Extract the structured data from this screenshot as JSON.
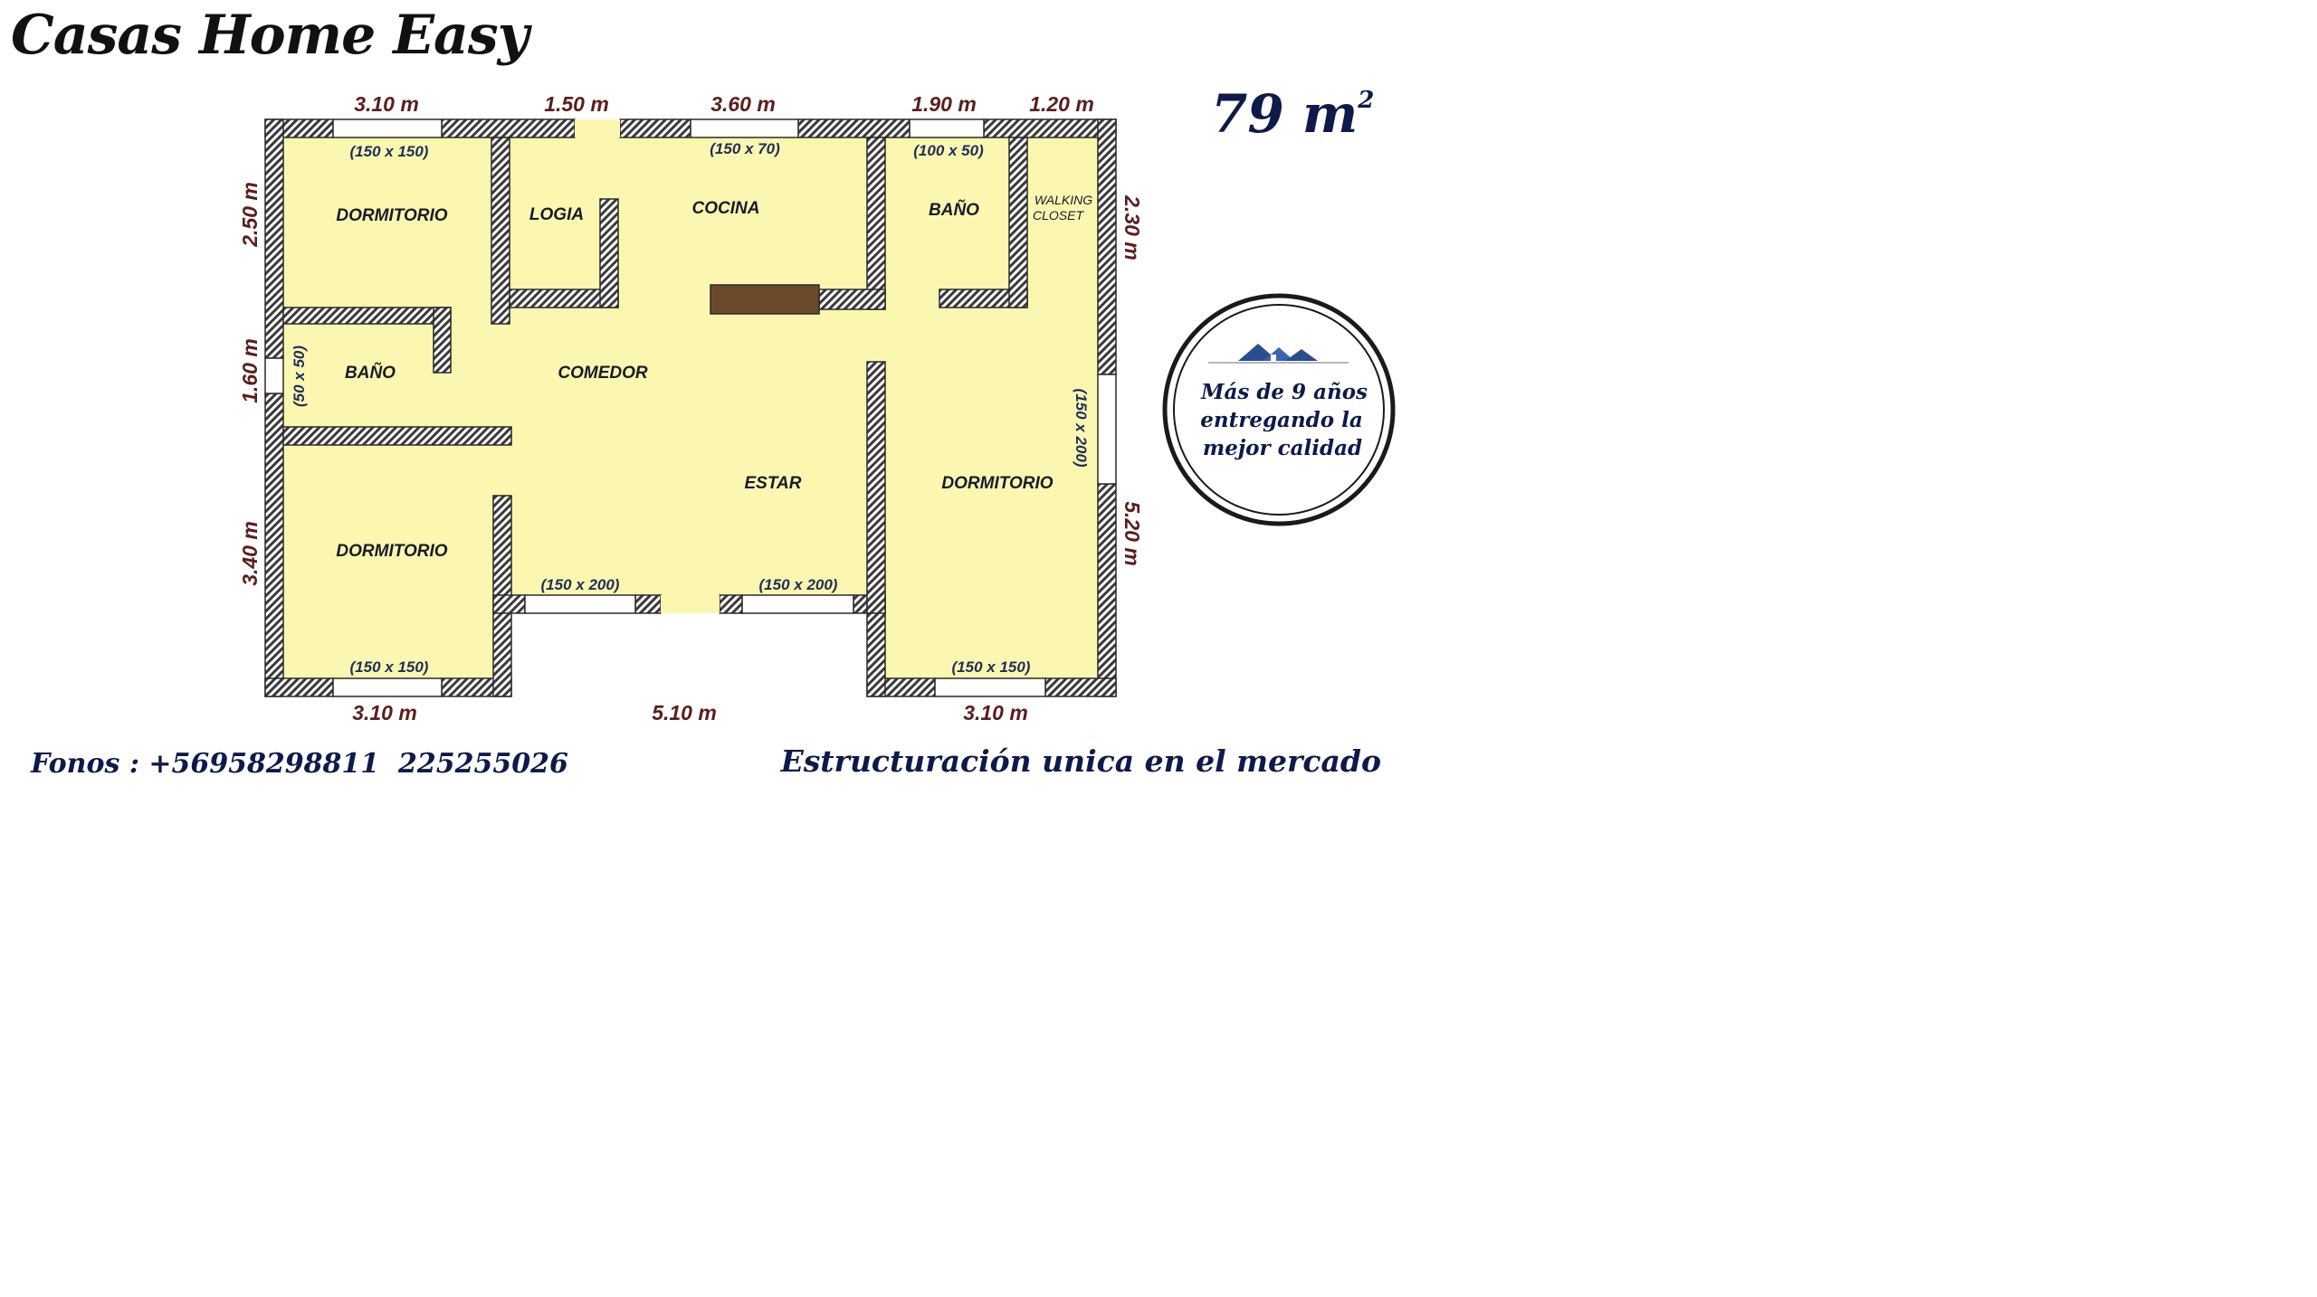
{
  "header": {
    "brand": "Casas Home Easy",
    "area_value": "79 m",
    "area_unit_sup": "2"
  },
  "footer": {
    "phones": "Fonos : +56958298811  225255026",
    "slogan": "Estructuración unica en el mercado"
  },
  "badge": {
    "line1": "Más de 9 años",
    "line2": "entregando la",
    "line3": "mejor calidad"
  },
  "dimensions": {
    "top": [
      "3.10 m",
      "1.50 m",
      "3.60 m",
      "1.90 m",
      "1.20 m"
    ],
    "left": [
      "2.50 m",
      "1.60 m",
      "3.40 m"
    ],
    "right": [
      "2.30 m",
      "5.20 m"
    ],
    "bottom": [
      "3.10 m",
      "5.10 m",
      "3.10 m"
    ]
  },
  "rooms": {
    "dormitorio_1": "DORMITORIO",
    "logia": "LOGIA",
    "cocina": "COCINA",
    "bano_1": "BAÑO",
    "walking_line1": "WALKING",
    "walking_line2": "CLOSET",
    "bano_2": "BAÑO",
    "comedor": "COMEDOR",
    "estar": "ESTAR",
    "dormitorio_2": "DORMITORIO",
    "dormitorio_3": "DORMITORIO"
  },
  "windows": {
    "w1": "(150 x 150)",
    "w2": "(150 x 70)",
    "w3": "(100 x 50)",
    "w4": "(50 x 50)",
    "w5": "(150 x 200)",
    "w6": "(150 x 200)",
    "w7": "(150 x 200)",
    "w8": "(150 x 150)",
    "w9": "(150 x 150)"
  },
  "colors": {
    "floor": "#fbf7b0",
    "wall": "#3a3a3a",
    "dim_text": "#5a1e1e",
    "navy": "#0d1a4a",
    "counter": "#6b4a2b"
  }
}
